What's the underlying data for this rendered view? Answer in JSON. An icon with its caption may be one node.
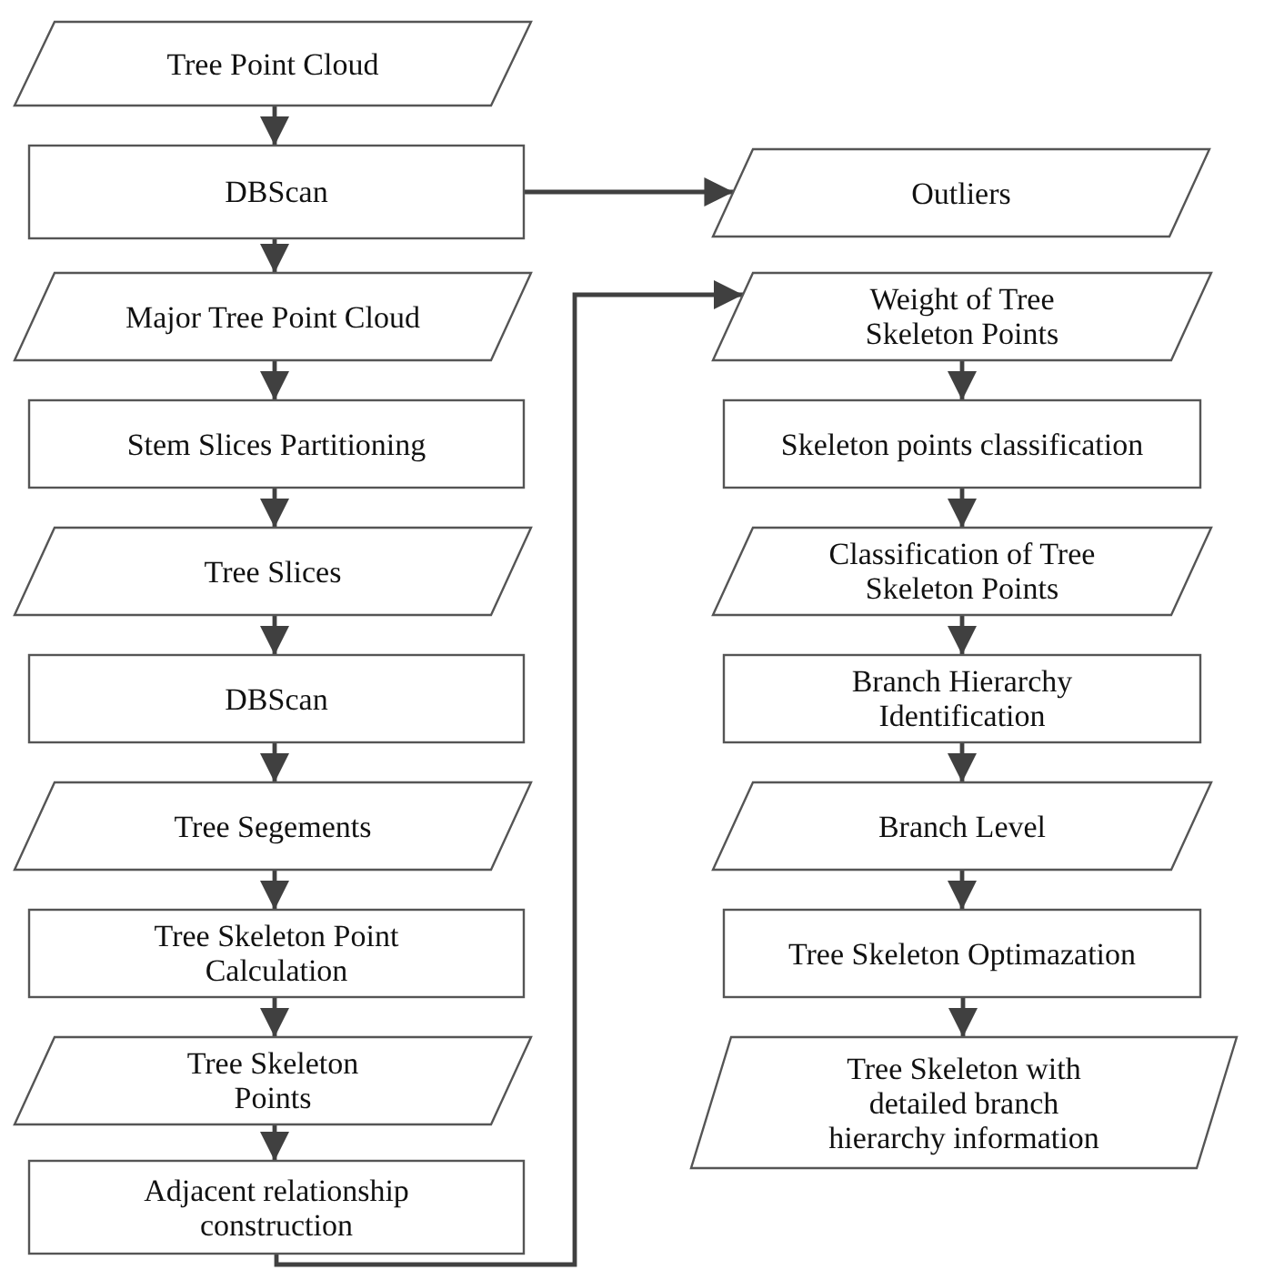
{
  "diagram": {
    "nodes": [
      {
        "text": [
          "Tree Point Cloud"
        ]
      },
      {
        "text": [
          "DBScan"
        ]
      },
      {
        "text": [
          "Outliers"
        ]
      },
      {
        "text": [
          "Major Tree Point Cloud"
        ]
      },
      {
        "text": [
          "Stem Slices Partitioning"
        ]
      },
      {
        "text": [
          "Tree Slices"
        ]
      },
      {
        "text": [
          "DBScan"
        ]
      },
      {
        "text": [
          "Tree Segements"
        ]
      },
      {
        "text": [
          "Tree Skeleton Point Calculation"
        ]
      },
      {
        "text": [
          "Tree Skeleton Points"
        ]
      },
      {
        "text": [
          "Adjacent relationship construction"
        ]
      },
      {
        "text": [
          "Weight of Tree Skeleton Points"
        ]
      },
      {
        "text": [
          "Skeleton points classification"
        ]
      },
      {
        "text": [
          "Classification of Tree Skeleton Points"
        ]
      },
      {
        "text": [
          "Branch Hierarchy Identification"
        ]
      },
      {
        "text": [
          "Branch Level"
        ]
      },
      {
        "text": [
          "Tree Skeleton Optimazation"
        ]
      },
      {
        "text": [
          "Tree Skeleton with detailed branch hierarchy information"
        ]
      }
    ],
    "edges": [
      {
        "from": 0,
        "to": 1,
        "arrow": "to"
      },
      {
        "from": 1,
        "to": 2,
        "arrow": "to"
      },
      {
        "from": 1,
        "to": 3,
        "arrow": "to"
      },
      {
        "from": 3,
        "to": 4,
        "arrow": "to"
      },
      {
        "from": 4,
        "to": 5,
        "arrow": "to"
      },
      {
        "from": 5,
        "to": 6,
        "arrow": "to"
      },
      {
        "from": 6,
        "to": 7,
        "arrow": "to"
      },
      {
        "from": 7,
        "to": 8,
        "arrow": "to"
      },
      {
        "from": 8,
        "to": 9,
        "arrow": "to"
      },
      {
        "from": 9,
        "to": 10,
        "arrow": "to"
      },
      {
        "from": 10,
        "to": 11,
        "arrow": "to"
      },
      {
        "from": 11,
        "to": 12,
        "arrow": "to"
      },
      {
        "from": 12,
        "to": 13,
        "arrow": "to"
      },
      {
        "from": 13,
        "to": 14,
        "arrow": "to"
      },
      {
        "from": 14,
        "to": 15,
        "arrow": "to"
      },
      {
        "from": 15,
        "to": 16,
        "arrow": "to"
      },
      {
        "from": 16,
        "to": 17,
        "arrow": "to"
      }
    ]
  }
}
